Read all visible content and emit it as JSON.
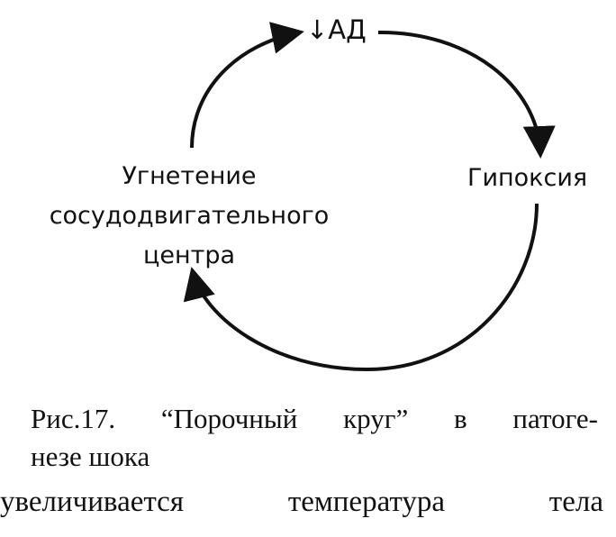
{
  "diagram": {
    "nodes": {
      "blood_pressure": "↓АД",
      "hypoxia": "Гипоксия",
      "vasomotor_depression": [
        "Угнетение",
        "сосудодвигательного",
        "центра"
      ]
    }
  },
  "caption": {
    "line1": [
      "Рис.17.",
      "“Порочный",
      "круг”",
      "в",
      "патоге-"
    ],
    "line2": "незе шока"
  },
  "body_text": [
    "увеличивается",
    "температура",
    "тела"
  ]
}
